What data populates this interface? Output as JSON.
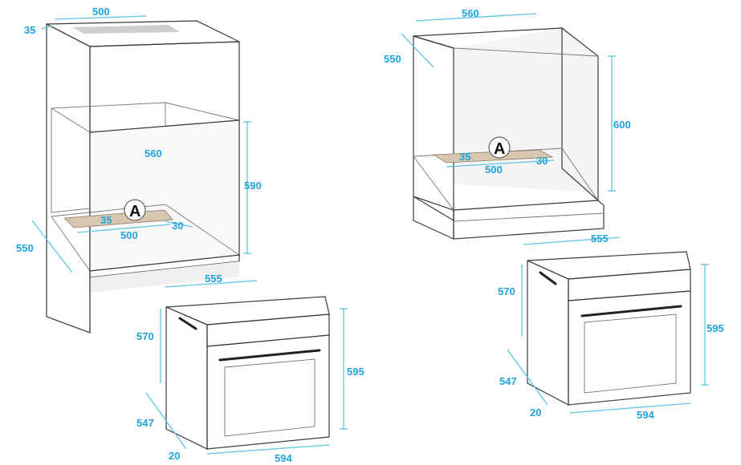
{
  "colors": {
    "dimension": "#1fa3dc",
    "outline": "#3a3a3a",
    "panel_light": "#f2f2f2",
    "panel_mid": "#dcdcdc",
    "panel_dark": "#c8c8c8",
    "vent": "#d8c7b0"
  },
  "tall_unit": {
    "d_500_top": "500",
    "d_35_top": "35",
    "d_560": "560",
    "d_590": "590",
    "d_550": "550",
    "d_35_vent": "35",
    "d_500_vent": "500",
    "d_30_vent": "30",
    "vent_label": "A"
  },
  "under_counter": {
    "d_560": "560",
    "d_550": "550",
    "d_600": "600",
    "d_35_vent": "35",
    "d_500_vent": "500",
    "d_30_vent": "30",
    "vent_label": "A"
  },
  "oven_left": {
    "d_555": "555",
    "d_570": "570",
    "d_595": "595",
    "d_547": "547",
    "d_20": "20",
    "d_594": "594"
  },
  "oven_right": {
    "d_555": "555",
    "d_570": "570",
    "d_595": "595",
    "d_547": "547",
    "d_20": "20",
    "d_594": "594"
  }
}
